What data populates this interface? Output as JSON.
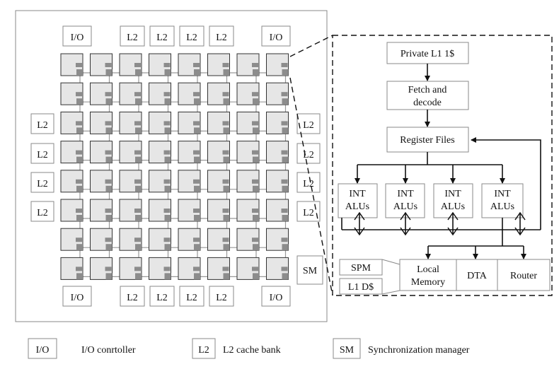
{
  "chip": {
    "top_row": [
      "I/O",
      "L2",
      "L2",
      "L2",
      "L2",
      "I/O"
    ],
    "bottom_row": [
      "I/O",
      "L2",
      "L2",
      "L2",
      "L2",
      "I/O"
    ],
    "left_column": [
      "L2",
      "L2",
      "L2",
      "L2"
    ],
    "right_column": [
      "L2",
      "L2",
      "L2",
      "L2"
    ],
    "sm_label": "SM",
    "grid": {
      "rows": 8,
      "cols": 8
    }
  },
  "core": {
    "l1i": "Private L1 1$",
    "fetch": [
      "Fetch and",
      "decode"
    ],
    "regfile": "Register Files",
    "alus": [
      [
        "INT",
        "ALUs"
      ],
      [
        "INT",
        "ALUs"
      ],
      [
        "INT",
        "ALUs"
      ],
      [
        "INT",
        "ALUs"
      ]
    ],
    "spm": "SPM",
    "l1d": "L1 D$",
    "local_memory": [
      "Local",
      "Memory"
    ],
    "dta": "DTA",
    "router": "Router"
  },
  "legend": [
    {
      "key": "I/O",
      "desc": "I/O conrtoller"
    },
    {
      "key": "L2",
      "desc": "L2 cache bank"
    },
    {
      "key": "SM",
      "desc": "Synchronization manager"
    }
  ]
}
